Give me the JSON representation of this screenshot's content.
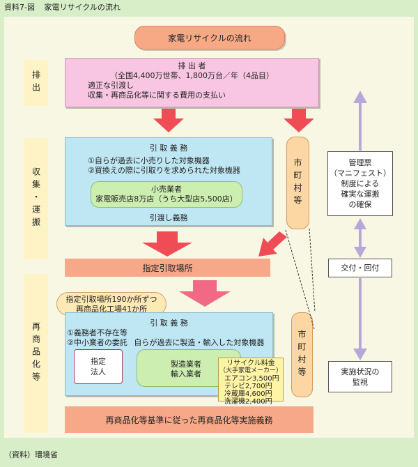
{
  "header": {
    "label": "資料7-図",
    "title": "家電リサイクルの流れ"
  },
  "main_title": "家電リサイクルの流れ",
  "side_labels": [
    "排出",
    "収集・運搬",
    "再商品化等"
  ],
  "discharger": {
    "title": "排 出 者",
    "line1": "（全国4,400万世帯、1,800万台／年（4品目）",
    "line2": "適正な引渡し",
    "line3": "収集・再商品化等に関する費用の支払い"
  },
  "collection": {
    "title": "引 取 義 務",
    "item1": "①自らが過去に小売りした対象機器",
    "item2": "②買換えの際に引取りを求められた対象機器",
    "retailer_title": "小売業者",
    "retailer_detail": "家電販売店8万店（うち大型店5,500店）",
    "hand_over": "引渡し義務"
  },
  "municipality": "市町村等",
  "designated_site": "指定引取場所",
  "bubble": {
    "line1": "指定引取場所190か所ずつ",
    "line2": "再商品化工場41か所"
  },
  "recycling": {
    "title": "引 取 義 務",
    "item1": "①義務者不存在等",
    "item2": "②中小業者の委託",
    "item3": "自らが過去に製造・輸入した対象機器",
    "designated_corp": "指定\n法人",
    "makers_line1": "製造業者",
    "makers_line2": "輸入業者"
  },
  "fees": {
    "title": "リサイクル料金",
    "subtitle": "（大手家電メーカー）",
    "rows": [
      {
        "item": "エアコン",
        "price": "3,500円"
      },
      {
        "item": "テレビ",
        "price": "2,700円"
      },
      {
        "item": "冷蔵庫",
        "price": "4,600円"
      },
      {
        "item": "洗濯機",
        "price": "2,400円"
      }
    ]
  },
  "bottom_bar": "再商品化等基準に従った再商品化等実施義務",
  "manifest": {
    "box1": "管理票\n（マニフェスト）\n制度による\n確実な運搬\nの確保",
    "box2": "交付・回付",
    "box3": "実施状況の\n監視"
  },
  "source": "（資料）環境省",
  "colors": {
    "arrow_red": "#ef4c55",
    "arrow_pink": "#f06a86",
    "arrow_purple": "#b7a8d9"
  }
}
